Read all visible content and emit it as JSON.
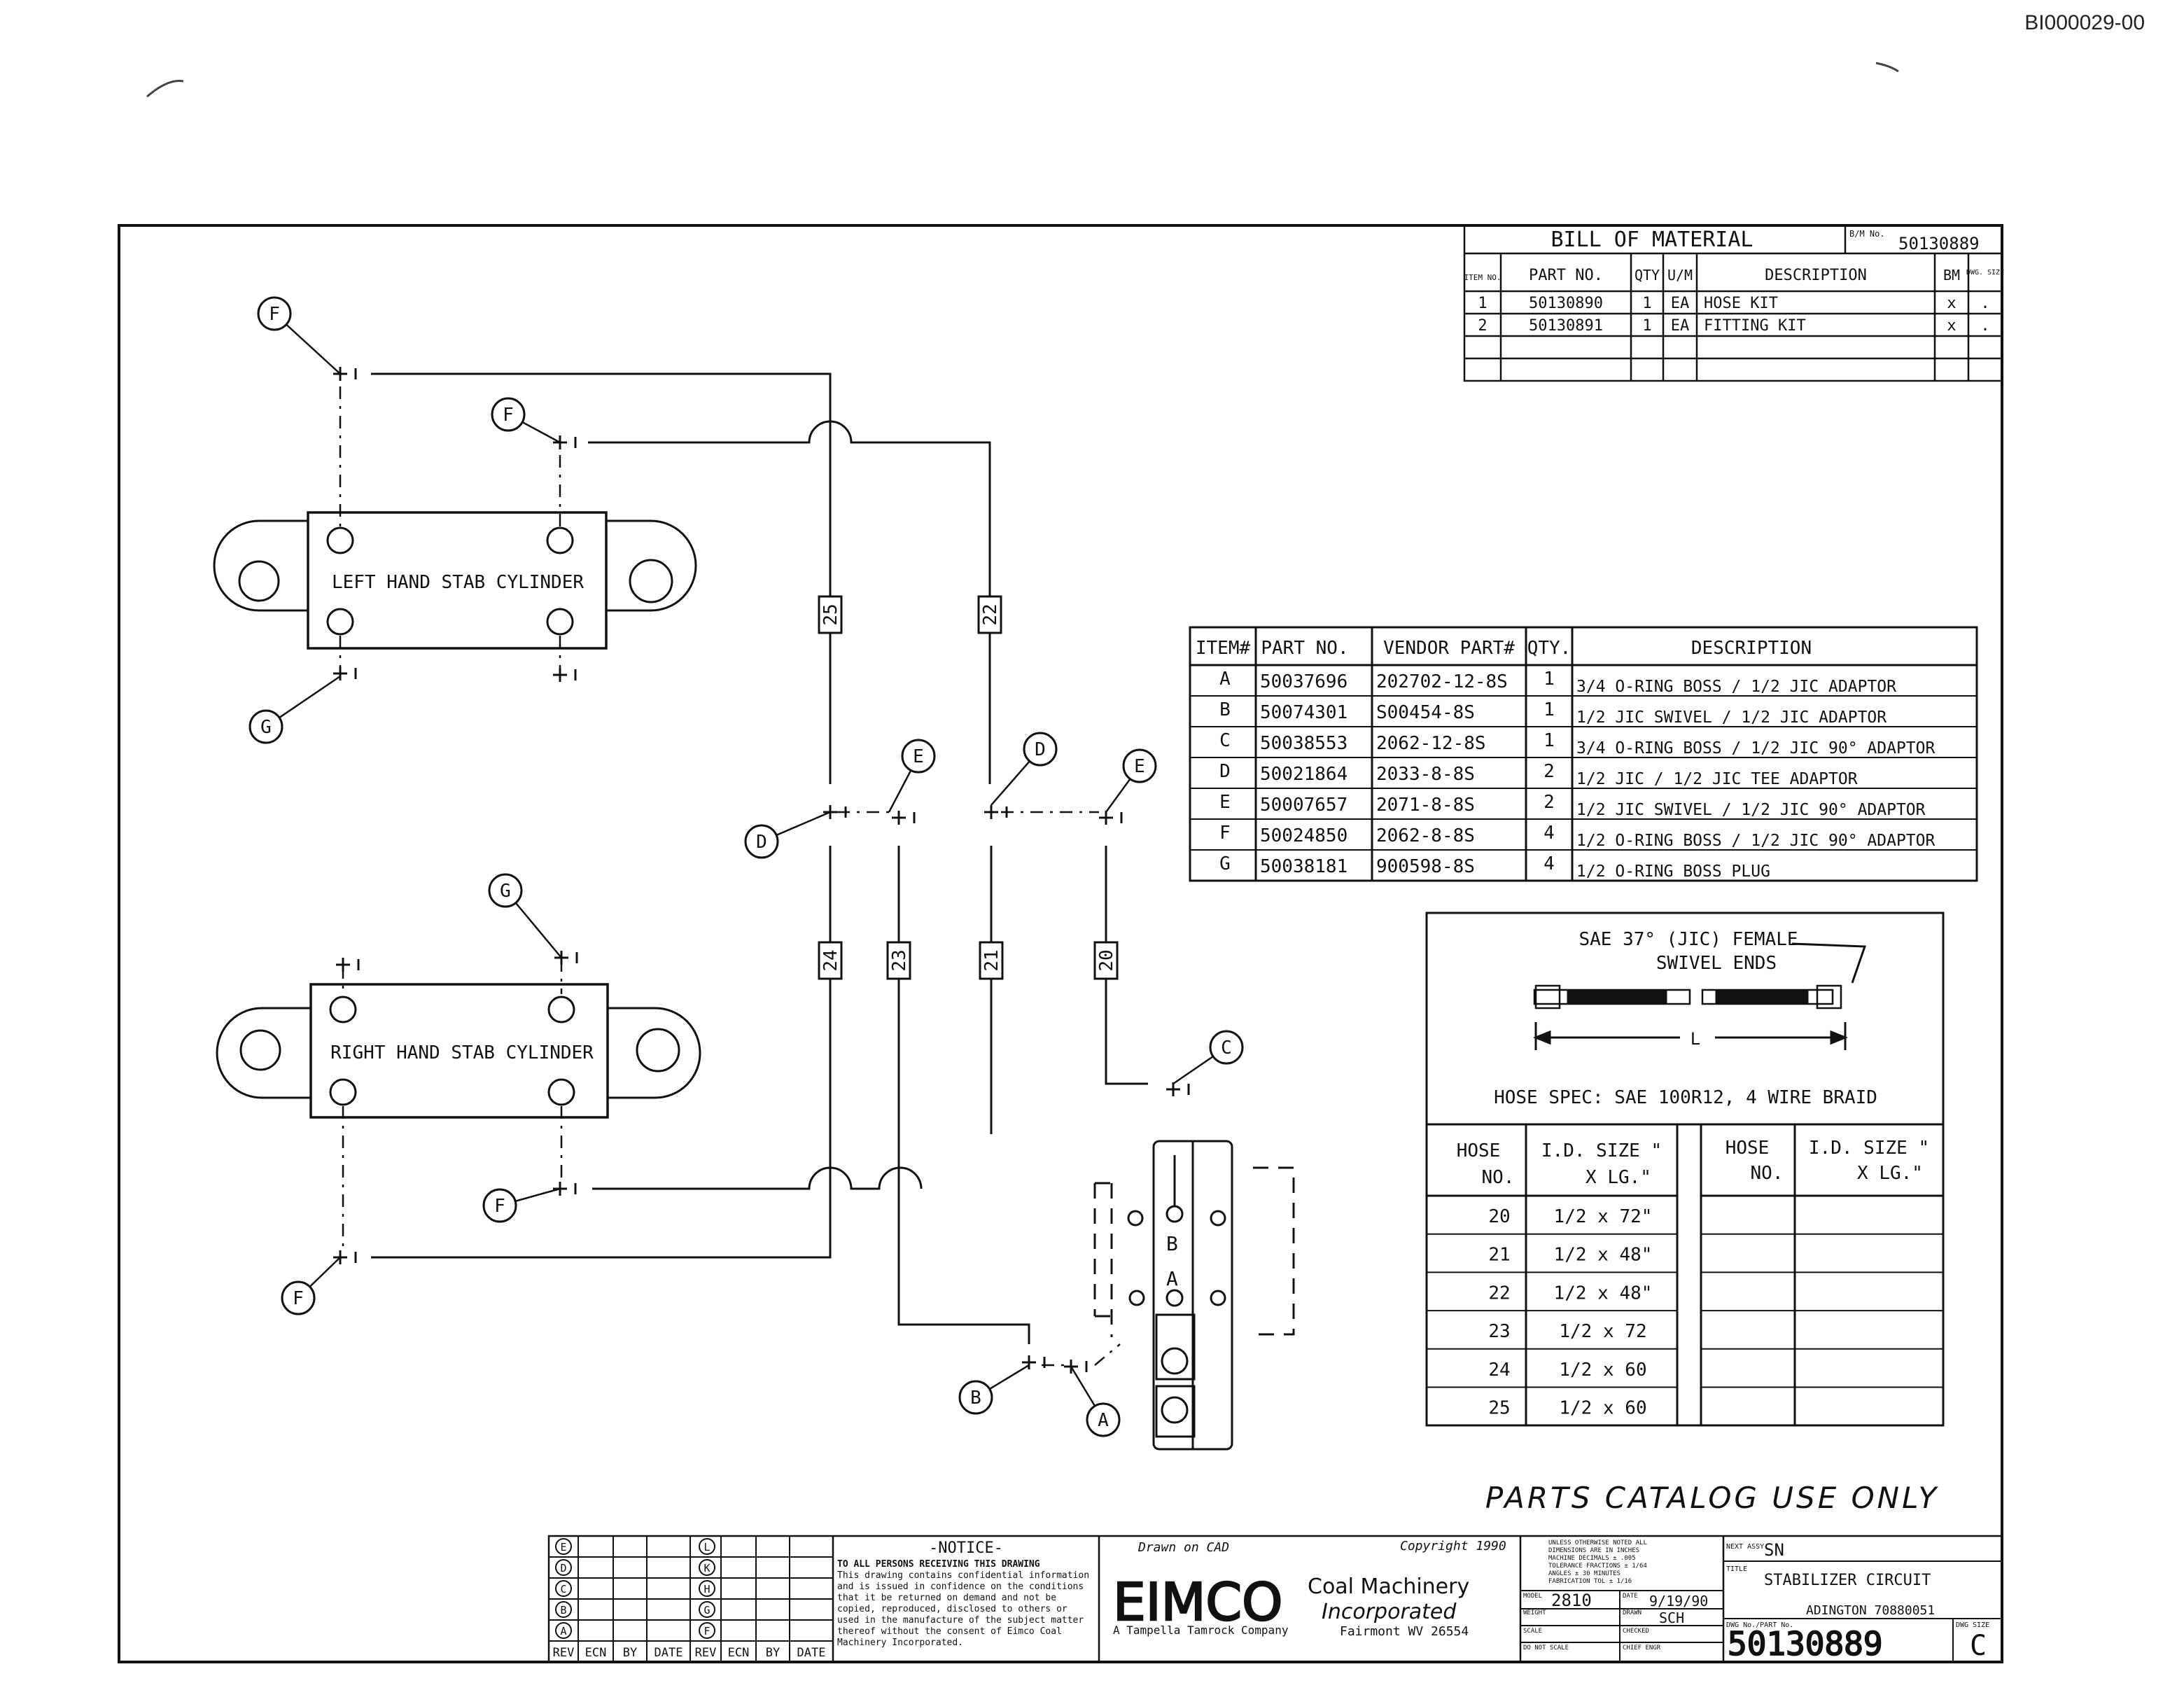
{
  "document_id": "BI000029-00",
  "bom": {
    "title": "BILL OF MATERIAL",
    "bm_no_label": "B/M No.",
    "bm_no": "50130889",
    "headers": [
      "ITEM NO.",
      "PART NO.",
      "QTY",
      "U/M",
      "DESCRIPTION",
      "BM",
      "DWG. SIZE"
    ],
    "rows": [
      [
        "1",
        "50130890",
        "1",
        "EA",
        "HOSE KIT",
        "x",
        "."
      ],
      [
        "2",
        "50130891",
        "1",
        "EA",
        "FITTING KIT",
        "x",
        "."
      ]
    ]
  },
  "items_table": {
    "headers": [
      "ITEM#",
      "PART NO.",
      "VENDOR PART#",
      "QTY.",
      "DESCRIPTION"
    ],
    "rows": [
      [
        "A",
        "50037696",
        "202702-12-8S",
        "1",
        "3/4 O-RING BOSS / 1/2 JIC ADAPTOR"
      ],
      [
        "B",
        "50074301",
        "S00454-8S",
        "1",
        "1/2 JIC SWIVEL / 1/2 JIC ADAPTOR"
      ],
      [
        "C",
        "50038553",
        "2062-12-8S",
        "1",
        "3/4 O-RING BOSS / 1/2 JIC 90° ADAPTOR"
      ],
      [
        "D",
        "50021864",
        "2033-8-8S",
        "2",
        "1/2 JIC / 1/2 JIC TEE ADAPTOR"
      ],
      [
        "E",
        "50007657",
        "2071-8-8S",
        "2",
        "1/2 JIC SWIVEL / 1/2 JIC 90° ADAPTOR"
      ],
      [
        "F",
        "50024850",
        "2062-8-8S",
        "4",
        "1/2 O-RING BOSS / 1/2 JIC 90° ADAPTOR"
      ],
      [
        "G",
        "50038181",
        "900598-8S",
        "4",
        "1/2 O-RING BOSS PLUG"
      ]
    ]
  },
  "hose_spec": {
    "ends_line1": "SAE 37° (JIC) FEMALE",
    "ends_line2": "SWIVEL ENDS",
    "length_label": "L",
    "spec": "HOSE SPEC: SAE 100R12, 4 WIRE BRAID",
    "col_hose_1": "HOSE",
    "col_hose_2": "NO.",
    "col_size_1": "I.D. SIZE \"",
    "col_size_2": "X LG.\"",
    "rows": [
      [
        "20",
        "1/2 x 72\""
      ],
      [
        "21",
        "1/2 x 48\""
      ],
      [
        "22",
        "1/2 x 48\""
      ],
      [
        "23",
        "1/2 x 72"
      ],
      [
        "24",
        "1/2 x 60"
      ],
      [
        "25",
        "1/2 x 60"
      ]
    ]
  },
  "diagram": {
    "left_cylinder": "LEFT HAND STAB CYLINDER",
    "right_cylinder": "RIGHT HAND STAB CYLINDER",
    "hose_numbers": [
      "25",
      "22",
      "24",
      "23",
      "21",
      "20"
    ],
    "callouts": [
      "F",
      "F",
      "G",
      "E",
      "D",
      "E",
      "D",
      "G",
      "C",
      "F",
      "F",
      "B",
      "A"
    ],
    "valve_letters": [
      "B",
      "A"
    ]
  },
  "catalog_note": "PARTS CATALOG USE ONLY",
  "title_block": {
    "rev_left": [
      "E",
      "D",
      "C",
      "B",
      "A"
    ],
    "rev_right": [
      "L",
      "K",
      "H",
      "G",
      "F"
    ],
    "rev_headers": [
      "REV",
      "ECN",
      "BY",
      "DATE",
      "REV",
      "ECN",
      "BY",
      "DATE"
    ],
    "notice_title": "-NOTICE-",
    "notice_lines": [
      "TO ALL PERSONS RECEIVING THIS DRAWING",
      "This drawing contains confidential information",
      "and is issued in confidence on the conditions",
      "that it be returned on demand and not be",
      "copied, reproduced, disclosed to others or",
      "used in the manufacture of the subject matter",
      "thereof without the consent of Eimco Coal",
      "Machinery Incorporated."
    ],
    "drawn": "Drawn on CAD",
    "copyright": "Copyright 1990",
    "logo": "EIMCO",
    "company_line1": "Coal Machinery",
    "company_line2": "Incorporated",
    "company_tagline": "A Tampella Tamrock Company",
    "company_city": "Fairmont WV 26554",
    "tolerance_lines": [
      "UNLESS OTHERWISE NOTED ALL",
      "DIMENSIONS ARE IN INCHES",
      "MACHINE   DECIMALS ± .005",
      "TOLERANCE  FRACTIONS ± 1/64",
      "           ANGLES ± 30 MINUTES",
      "FABRICATION TOL ± 1/16"
    ],
    "model_label": "MODEL",
    "model": "2810",
    "date_label": "DATE",
    "date": "9/19/90",
    "weight_label": "WEIGHT",
    "drawn_label": "DRAWN",
    "drawn_by": "SCH",
    "scale_label": "SCALE",
    "checked_label": "CHECKED",
    "dont_scale": "DO NOT SCALE",
    "chief_label": "CHIEF ENGR",
    "next_assy_label": "NEXT ASSY.",
    "next_assy": "SN",
    "title_label": "TITLE",
    "title": "STABILIZER CIRCUIT",
    "subtitle": "ADINGTON 70880051",
    "dwg_no_label": "DWG No./PART No.",
    "dwg_no": "50130889",
    "dwg_size_label": "DWG SIZE",
    "dwg_size": "C"
  }
}
